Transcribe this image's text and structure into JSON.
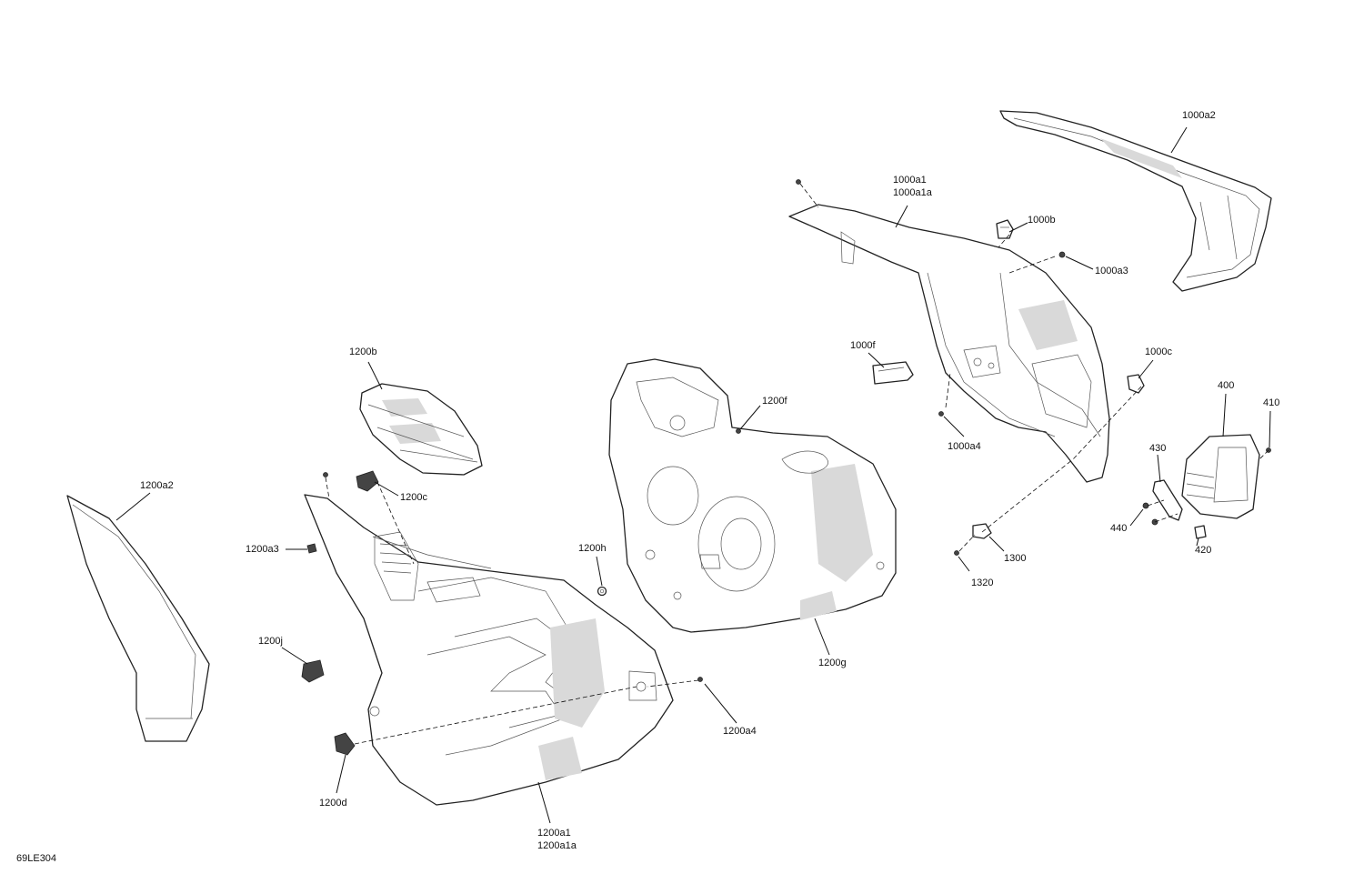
{
  "figure_code": "69LE304",
  "callouts": {
    "c_1000a2": "1000a2",
    "c_1000a1": "1000a1",
    "c_1000a1a": "1000a1a",
    "c_1000b": "1000b",
    "c_1000a3": "1000a3",
    "c_1000f": "1000f",
    "c_1000c": "1000c",
    "c_1000a4": "1000a4",
    "c_400": "400",
    "c_410": "410",
    "c_430": "430",
    "c_440": "440",
    "c_420": "420",
    "c_1300": "1300",
    "c_1320": "1320",
    "c_1200b": "1200b",
    "c_1200f": "1200f",
    "c_1200c": "1200c",
    "c_1200a2": "1200a2",
    "c_1200a3": "1200a3",
    "c_1200h": "1200h",
    "c_1200g": "1200g",
    "c_1200j": "1200j",
    "c_1200a4": "1200a4",
    "c_1200d": "1200d",
    "c_1200a1": "1200a1",
    "c_1200a1a": "1200a1a"
  }
}
